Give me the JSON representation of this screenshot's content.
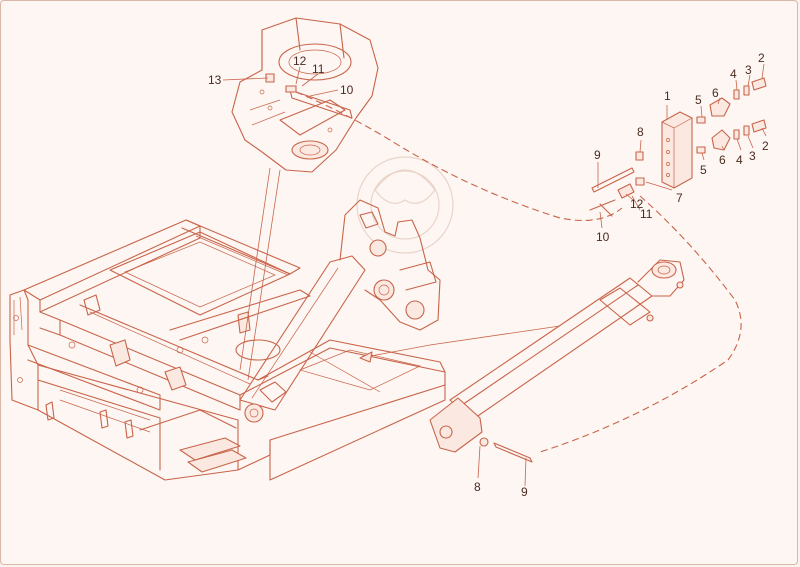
{
  "colors": {
    "line": "#c8644a",
    "background": "#fdf6f2",
    "label": "#4a2c22"
  },
  "callouts": [
    {
      "id": "c1",
      "text": "1"
    },
    {
      "id": "c2a",
      "text": "2"
    },
    {
      "id": "c3a",
      "text": "3"
    },
    {
      "id": "c4a",
      "text": "4"
    },
    {
      "id": "c5a",
      "text": "5"
    },
    {
      "id": "c6a",
      "text": "6"
    },
    {
      "id": "c2b",
      "text": "2"
    },
    {
      "id": "c3b",
      "text": "3"
    },
    {
      "id": "c4b",
      "text": "4"
    },
    {
      "id": "c5b",
      "text": "5"
    },
    {
      "id": "c6b",
      "text": "6"
    },
    {
      "id": "c7",
      "text": "7"
    },
    {
      "id": "c8a",
      "text": "8"
    },
    {
      "id": "c9a",
      "text": "9"
    },
    {
      "id": "c12a",
      "text": "12"
    },
    {
      "id": "c11a",
      "text": "11"
    },
    {
      "id": "c10a",
      "text": "10"
    },
    {
      "id": "c13",
      "text": "13"
    },
    {
      "id": "c12b",
      "text": "12"
    },
    {
      "id": "c11b",
      "text": "11"
    },
    {
      "id": "c10b",
      "text": "10"
    },
    {
      "id": "c8b",
      "text": "8"
    },
    {
      "id": "c9b",
      "text": "9"
    }
  ]
}
